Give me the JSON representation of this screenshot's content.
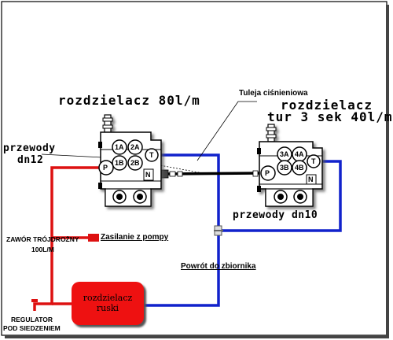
{
  "labels": {
    "title_left": "rozdzielacz 80l/m",
    "tuleja": "Tuleja ciśnieniowa",
    "title_right_1": "rozdzielacz",
    "title_right_2": "tur 3 sek 40l/m",
    "przewody_dn12_1": "przewody",
    "przewody_dn12_2": "dn12",
    "przewody_dn10": "przewody dn10",
    "zawor_1": "ZAWÓR TRÓJDROŻNY",
    "zawor_2": "100L/M",
    "zasilanie": "Zasilanie z pompy",
    "powrot": "Powrót do zbiornika",
    "rozdzielacz_ruski_1": "rozdzielacz",
    "rozdzielacz_ruski_2": "ruski",
    "regulator_1": "REGULATOR",
    "regulator_2": "POD SIEDZENIEM"
  },
  "ports": {
    "left": {
      "a1": "1A",
      "a2": "2A",
      "b1": "1B",
      "b2": "2B",
      "p": "P",
      "t": "T",
      "n": "N"
    },
    "right": {
      "a3": "3A",
      "a4": "4A",
      "b3": "3B",
      "b4": "4B",
      "p": "P",
      "t": "T",
      "n": "N"
    }
  },
  "colors": {
    "pressure_line": "#dd1111",
    "return_line": "#1122cc",
    "box": "#ee1111"
  }
}
